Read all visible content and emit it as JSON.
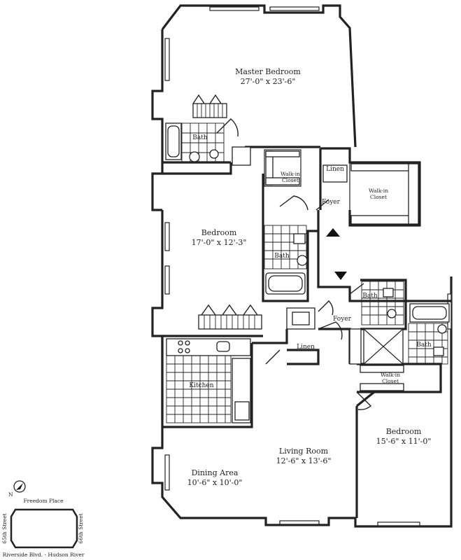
{
  "rooms": {
    "master_bedroom": {
      "name": "Master Bedroom",
      "dims": "27'-0\" x 23'-6\""
    },
    "bedroom_left": {
      "name": "Bedroom",
      "dims": "17'-0\" x 12'-3\""
    },
    "bedroom_right": {
      "name": "Bedroom",
      "dims": "15'-6\" x 11'-0\""
    },
    "living_room": {
      "name": "Living Room",
      "dims": "12'-6\" x 13'-6\""
    },
    "dining_area": {
      "name": "Dining Area",
      "dims": "10'-6\" x 10'-0\""
    },
    "kitchen": {
      "name": "Kitchen"
    },
    "foyer_top": {
      "name": "Foyer"
    },
    "foyer_bottom": {
      "name": "Foyer"
    },
    "bath_master": {
      "name": "Bath"
    },
    "bath_mid": {
      "name": "Bath"
    },
    "bath_right_top": {
      "name": "Bath"
    },
    "bath_right": {
      "name": "Bath"
    },
    "linen_top": {
      "name": "Linen"
    },
    "linen_bottom": {
      "name": "Linen"
    },
    "walkin_left": {
      "line1": "Walk-in",
      "line2": "Closet"
    },
    "walkin_master": {
      "line1": "Walk-in",
      "line2": "Closet"
    },
    "walkin_right": {
      "line1": "Walk-in",
      "line2": "Closet"
    }
  },
  "key_plan": {
    "north": "N",
    "top_street": "Freedom Place",
    "bottom_street": "Riverside Blvd. - Hudson River",
    "left_street": "65th Street",
    "right_street": "66th Street"
  }
}
